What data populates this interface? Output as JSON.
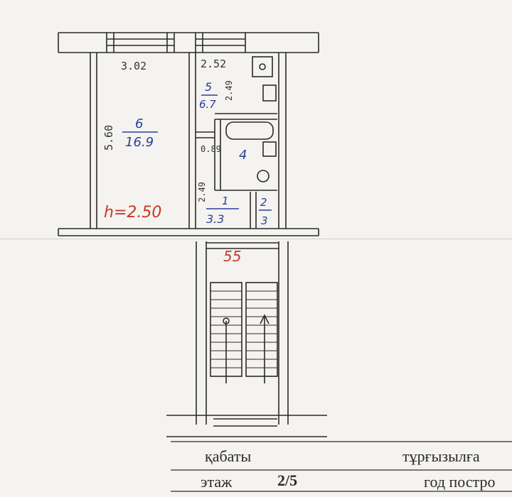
{
  "rooms": [
    {
      "id": "6",
      "area": "16.9",
      "width": "3.02",
      "length": "5.60"
    },
    {
      "id": "5",
      "area": "6.7",
      "width": "2.52",
      "length": "2.49"
    },
    {
      "id": "4",
      "area": ""
    },
    {
      "id": "1",
      "area": "3.3",
      "width": "0.89",
      "length": "2.49"
    },
    {
      "id": "2",
      "area": "3"
    }
  ],
  "ceiling_height": "h=2.50",
  "apartment_number": "55",
  "footer": {
    "floor_label_kz": "қабаты",
    "floor_label_ru": "этаж",
    "floor_value": "2/5",
    "year_label_kz": "тұрғызылға",
    "year_label_ru": "год постро"
  },
  "colors": {
    "ink_blue": "#2a3f9e",
    "ink_red": "#c9362b",
    "pencil": "#333333",
    "paper": "#f4f3ef"
  }
}
